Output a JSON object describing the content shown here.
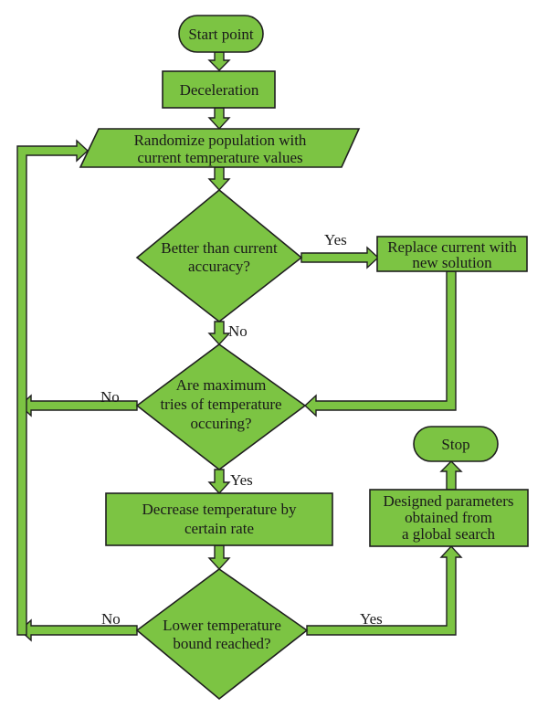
{
  "nodes": {
    "start": {
      "text": "Start point"
    },
    "deceleration": {
      "text": "Deceleration"
    },
    "randomize": {
      "line1": "Randomize population with",
      "line2": "current temperature values"
    },
    "better": {
      "line1": "Better than current",
      "line2": "accuracy?"
    },
    "replace": {
      "line1": "Replace current with",
      "line2": "new solution"
    },
    "max_tries": {
      "line1": "Are maximum",
      "line2": "tries of temperature",
      "line3": "occuring?"
    },
    "decrease": {
      "line1": "Decrease temperature by",
      "line2": "certain rate"
    },
    "lower_bound": {
      "line1": "Lower temperature",
      "line2": "bound reached?"
    },
    "designed": {
      "line1": "Designed parameters",
      "line2": "obtained from",
      "line3": "a global search"
    },
    "stop": {
      "text": "Stop"
    }
  },
  "edges": {
    "better_yes": "Yes",
    "better_no": "No",
    "max_no": "No",
    "max_yes": "Yes",
    "lower_no": "No",
    "lower_yes": "Yes"
  },
  "colors": {
    "fill": "#7cc443",
    "stroke": "#1f1f1f"
  }
}
